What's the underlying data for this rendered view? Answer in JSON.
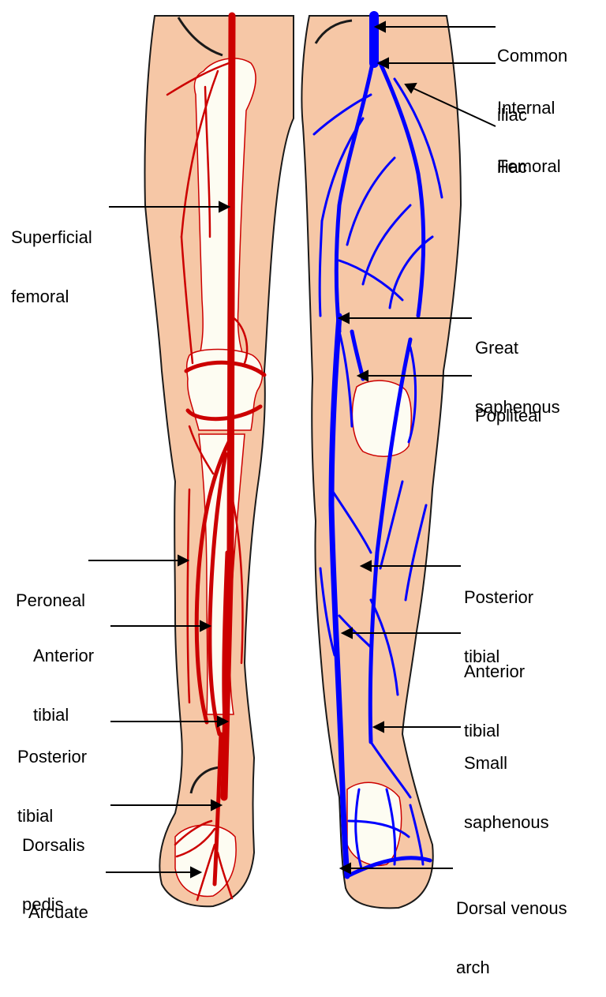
{
  "colors": {
    "skin": "#f6c7a6",
    "skin_outline": "#1a1a1a",
    "bone": "#fdfcf2",
    "artery": "#cc0000",
    "vein": "#0000ff",
    "leader": "#000000",
    "background": "#ffffff"
  },
  "labels": {
    "left": [
      {
        "line1": "Superficial",
        "line2": "femoral"
      },
      {
        "line1": "Peroneal",
        "line2": ""
      },
      {
        "line1": "Anterior",
        "line2": "tibial"
      },
      {
        "line1": "Posterior",
        "line2": "tibial"
      },
      {
        "line1": "Dorsalis",
        "line2": "pedis"
      },
      {
        "line1": "Arcuate",
        "line2": ""
      }
    ],
    "right": [
      {
        "line1": "Common",
        "line2": "iliac"
      },
      {
        "line1": "Internal",
        "line2": "iliac"
      },
      {
        "line1": "Femoral",
        "line2": ""
      },
      {
        "line1": "Great",
        "line2": "saphenous"
      },
      {
        "line1": "Popliteal",
        "line2": ""
      },
      {
        "line1": "Posterior",
        "line2": "tibial"
      },
      {
        "line1": "Anterior",
        "line2": "tibial"
      },
      {
        "line1": "Small",
        "line2": "saphenous"
      },
      {
        "line1": "Dorsal venous",
        "line2": "arch"
      }
    ]
  }
}
